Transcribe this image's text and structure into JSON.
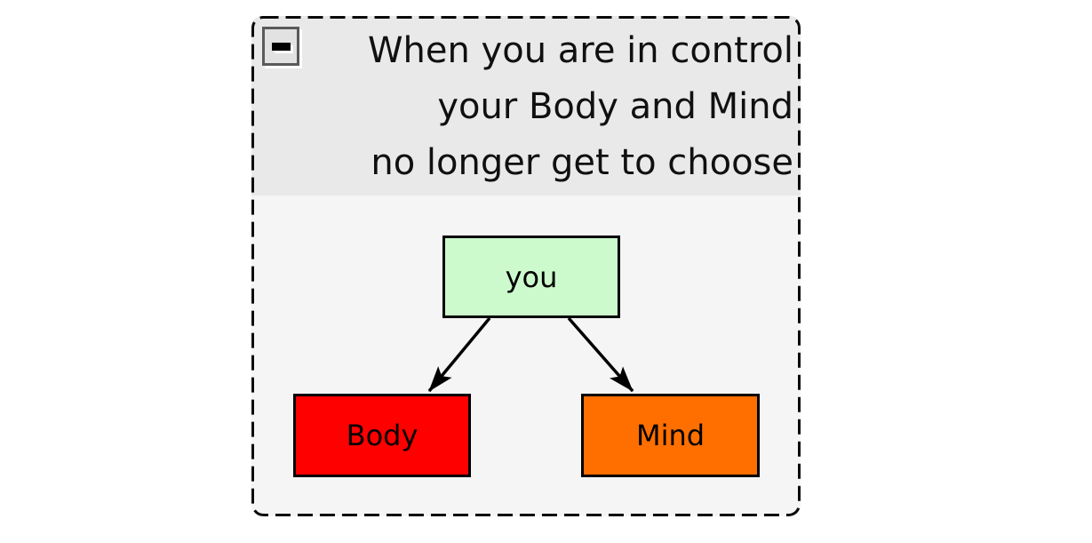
{
  "frame": {
    "collapse_icon": "minus",
    "title_lines": [
      "When you are in control",
      "your Body and Mind",
      "no longer get to choose"
    ]
  },
  "diagram": {
    "nodes": [
      {
        "id": "you",
        "label": "you",
        "fill": "#ccfacc"
      },
      {
        "id": "body",
        "label": "Body",
        "fill": "#ff0000"
      },
      {
        "id": "mind",
        "label": "Mind",
        "fill": "#ff6f00"
      }
    ],
    "edges": [
      {
        "from": "you",
        "to": "body"
      },
      {
        "from": "you",
        "to": "mind"
      }
    ]
  },
  "colors": {
    "page_bg": "#ffffff",
    "frame_border": "#0a0a0a",
    "header_bg": "#e9e9e9",
    "content_bg": "#f5f5f5",
    "node_border": "#000000",
    "arrow": "#000000",
    "title_text": "#101010"
  }
}
